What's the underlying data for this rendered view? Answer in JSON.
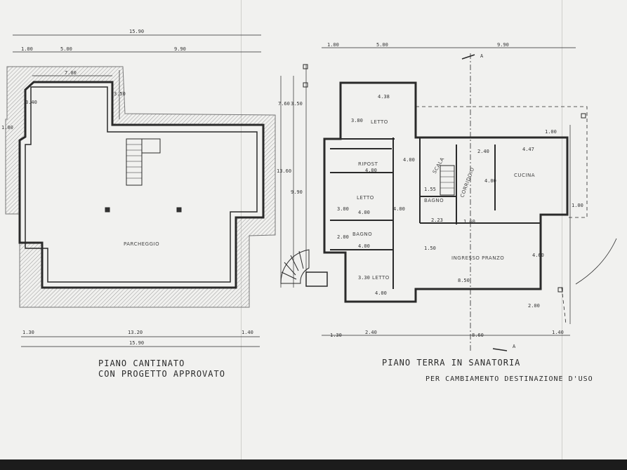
{
  "basement": {
    "title_line1": "PIANO CANTINATO",
    "title_line2": "CON PROGETTO APPROVATO",
    "room_parking": "PARCHEGGIO",
    "dims": {
      "overall_top": "15.90",
      "seg_a": "1.00",
      "seg_b": "5.00",
      "seg_c": "9.90",
      "inner_top": "7.00",
      "right_top": "3.50",
      "left_small": "3.40",
      "left_edge": "1.00",
      "bottom_a": "1.30",
      "bottom_b": "13.20",
      "bottom_c": "1.40",
      "overall_bottom": "15.90"
    }
  },
  "ground": {
    "title": "PIANO TERRA  IN SANATORIA",
    "subtitle": "PER CAMBIAMENTO DESTINAZIONE D'USO",
    "section_marker": "A",
    "rooms": {
      "letto_1": "LETTO",
      "ripost": "RIPOST",
      "letto_2": "LETTO",
      "bagno_1": "BAGNO",
      "bagno_2": "BAGNO",
      "letto_3": "LETTO",
      "corridoio": "CORRIDOIO",
      "cucina": "CUCINA",
      "ingresso": "INGRESSO PRANZO",
      "scala": "SCALA"
    },
    "dims": {
      "top_a": "1.00",
      "top_b": "5.00",
      "top_c": "9.90",
      "letto1_w": "4.38",
      "letto1_h": "3.80",
      "ripost_w": "4.00",
      "letto2_w": "4.00",
      "bagno_w": "4.00",
      "letto3_w": "4.00",
      "cucina_w": "4.47",
      "ingresso_w": "8.50",
      "left_v1": "7.60",
      "left_v2": "3.50",
      "left_v3": "13.60",
      "left_v4": "9.90",
      "right_a": "1.00",
      "right_b": "1.00",
      "right_c": "4.60",
      "right_d": "2.00",
      "bottom_a": "1.30",
      "bottom_b": "2.40",
      "bottom_c": "8.60",
      "bottom_d": "1.40",
      "small_1": "2.40",
      "small_2": "1.55",
      "small_3": "2.23",
      "small_4": "4.00",
      "small_5": "1.60",
      "small_6": "4.00",
      "small_7": "3.00",
      "small_8": "2.00",
      "small_9": "4.00",
      "small_10": "3.30",
      "small_11": "1.50"
    }
  }
}
